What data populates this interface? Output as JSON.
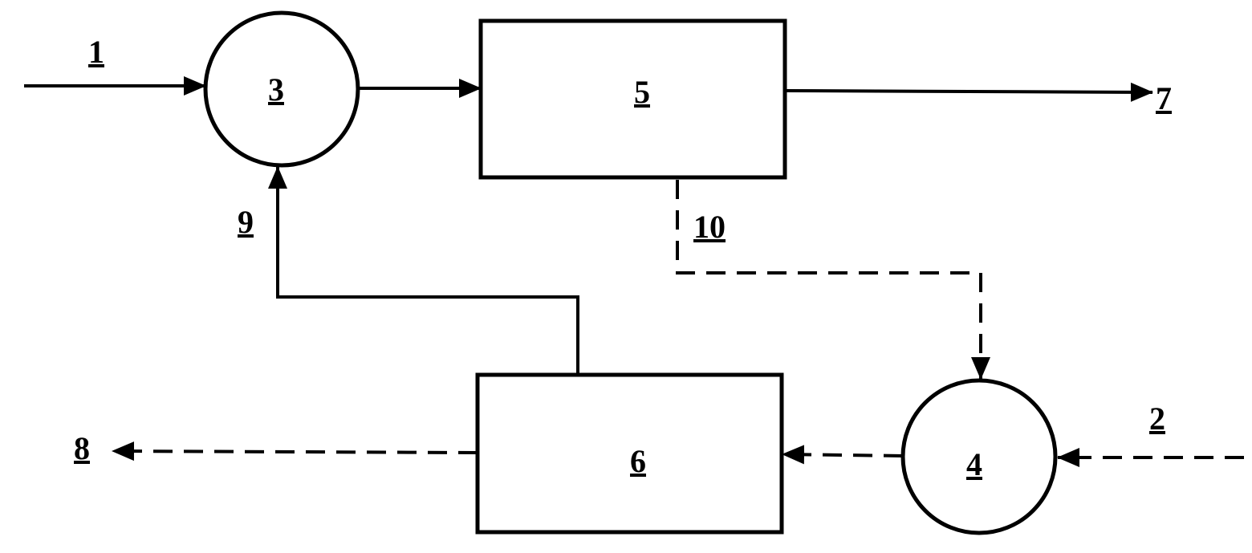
{
  "labels": {
    "stream_1": "1",
    "stream_2": "2",
    "node_3": "3",
    "node_4": "4",
    "block_5": "5",
    "block_6": "6",
    "stream_7": "7",
    "stream_8": "8",
    "stream_9": "9",
    "stream_10": "10"
  },
  "colors": {
    "stroke": "#000000",
    "background": "#ffffff"
  }
}
